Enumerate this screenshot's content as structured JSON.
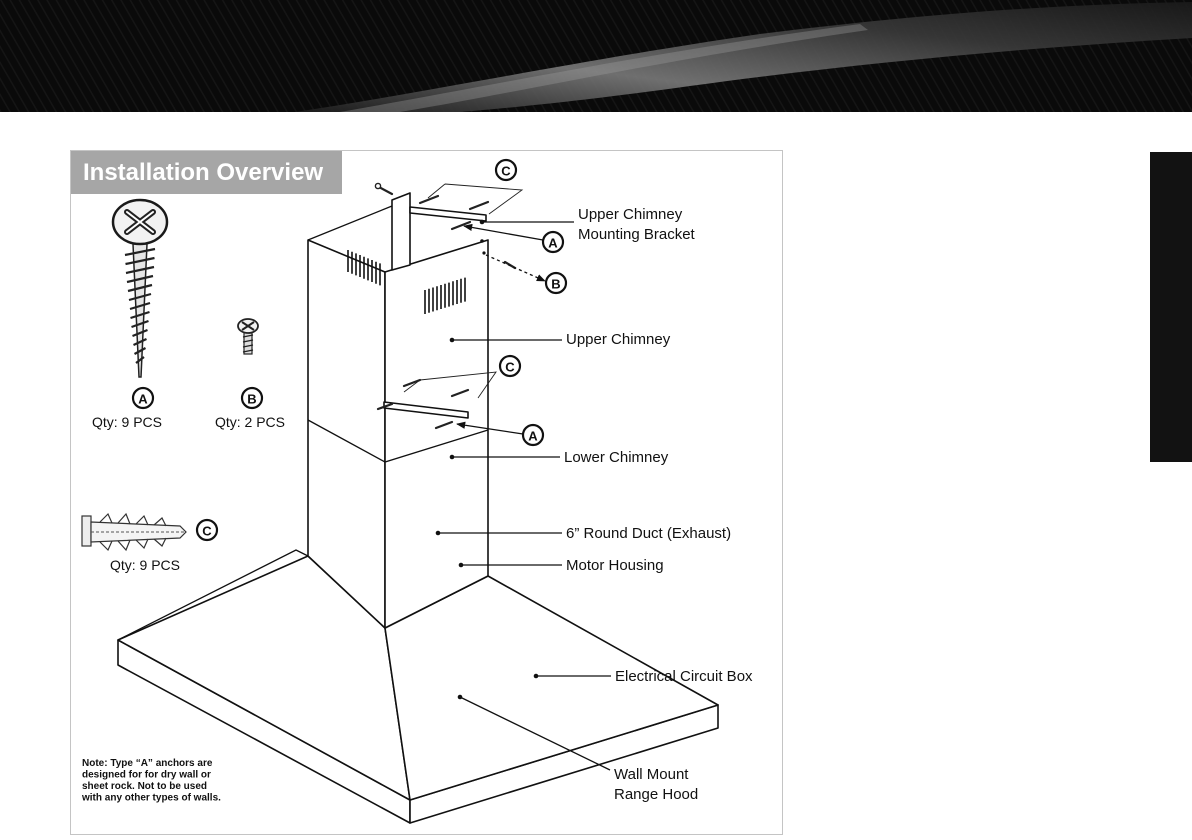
{
  "title": "Installation Overview",
  "hardware": {
    "a": {
      "marker": "A",
      "qty": "Qty: 9 PCS",
      "icon": "wood-screw-icon"
    },
    "b": {
      "marker": "B",
      "qty": "Qty: 2 PCS",
      "icon": "machine-screw-icon"
    },
    "c": {
      "marker": "C",
      "qty": "Qty: 9 PCS",
      "icon": "wall-anchor-icon"
    }
  },
  "note": [
    "Note: Type “A” anchors are",
    "designed for for dry wall or",
    "sheet rock.  Not to be used",
    "with any other types of walls."
  ],
  "callouts": {
    "mounting_bracket": [
      "Upper Chimney",
      "Mounting Bracket"
    ],
    "upper_chimney": "Upper Chimney",
    "lower_chimney": "Lower Chimney",
    "round_duct": "6” Round Duct (Exhaust)",
    "motor_housing": "Motor Housing",
    "circuit_box": "Electrical Circuit Box",
    "range_hood": [
      "Wall Mount",
      "Range Hood"
    ]
  },
  "diagram_markers": {
    "top_c": "C",
    "top_a": "A",
    "top_b": "B",
    "mid_c": "C",
    "mid_a": "A"
  },
  "colors": {
    "header_bg": "#0a0a0a",
    "title_banner_bg": "#a6a6a6",
    "side_tab": "#121212",
    "frame_border": "#c4c4c4",
    "ink": "#111111"
  }
}
